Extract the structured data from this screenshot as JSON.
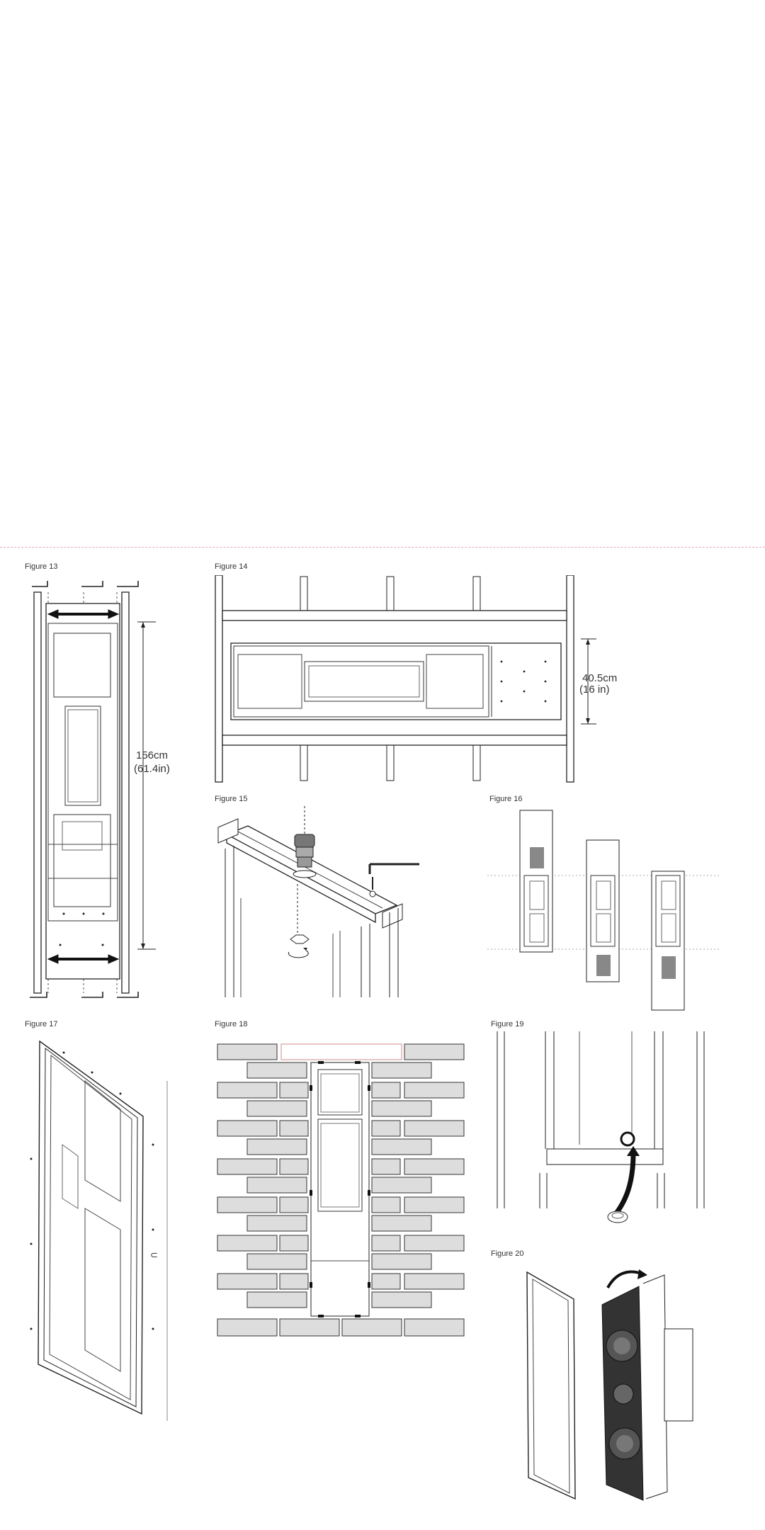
{
  "figures": {
    "f13": {
      "label": "Figure 13",
      "dim1": "156cm",
      "dim2": "(61.4in)"
    },
    "f14": {
      "label": "Figure 14",
      "dim1": "40.5cm",
      "dim2": "(16 in)"
    },
    "f15": {
      "label": "Figure 15"
    },
    "f16": {
      "label": "Figure 16"
    },
    "f17": {
      "label": "Figure 17"
    },
    "f18": {
      "label": "Figure 18"
    },
    "f19": {
      "label": "Figure 19"
    },
    "f20": {
      "label": "Figure 20"
    }
  }
}
